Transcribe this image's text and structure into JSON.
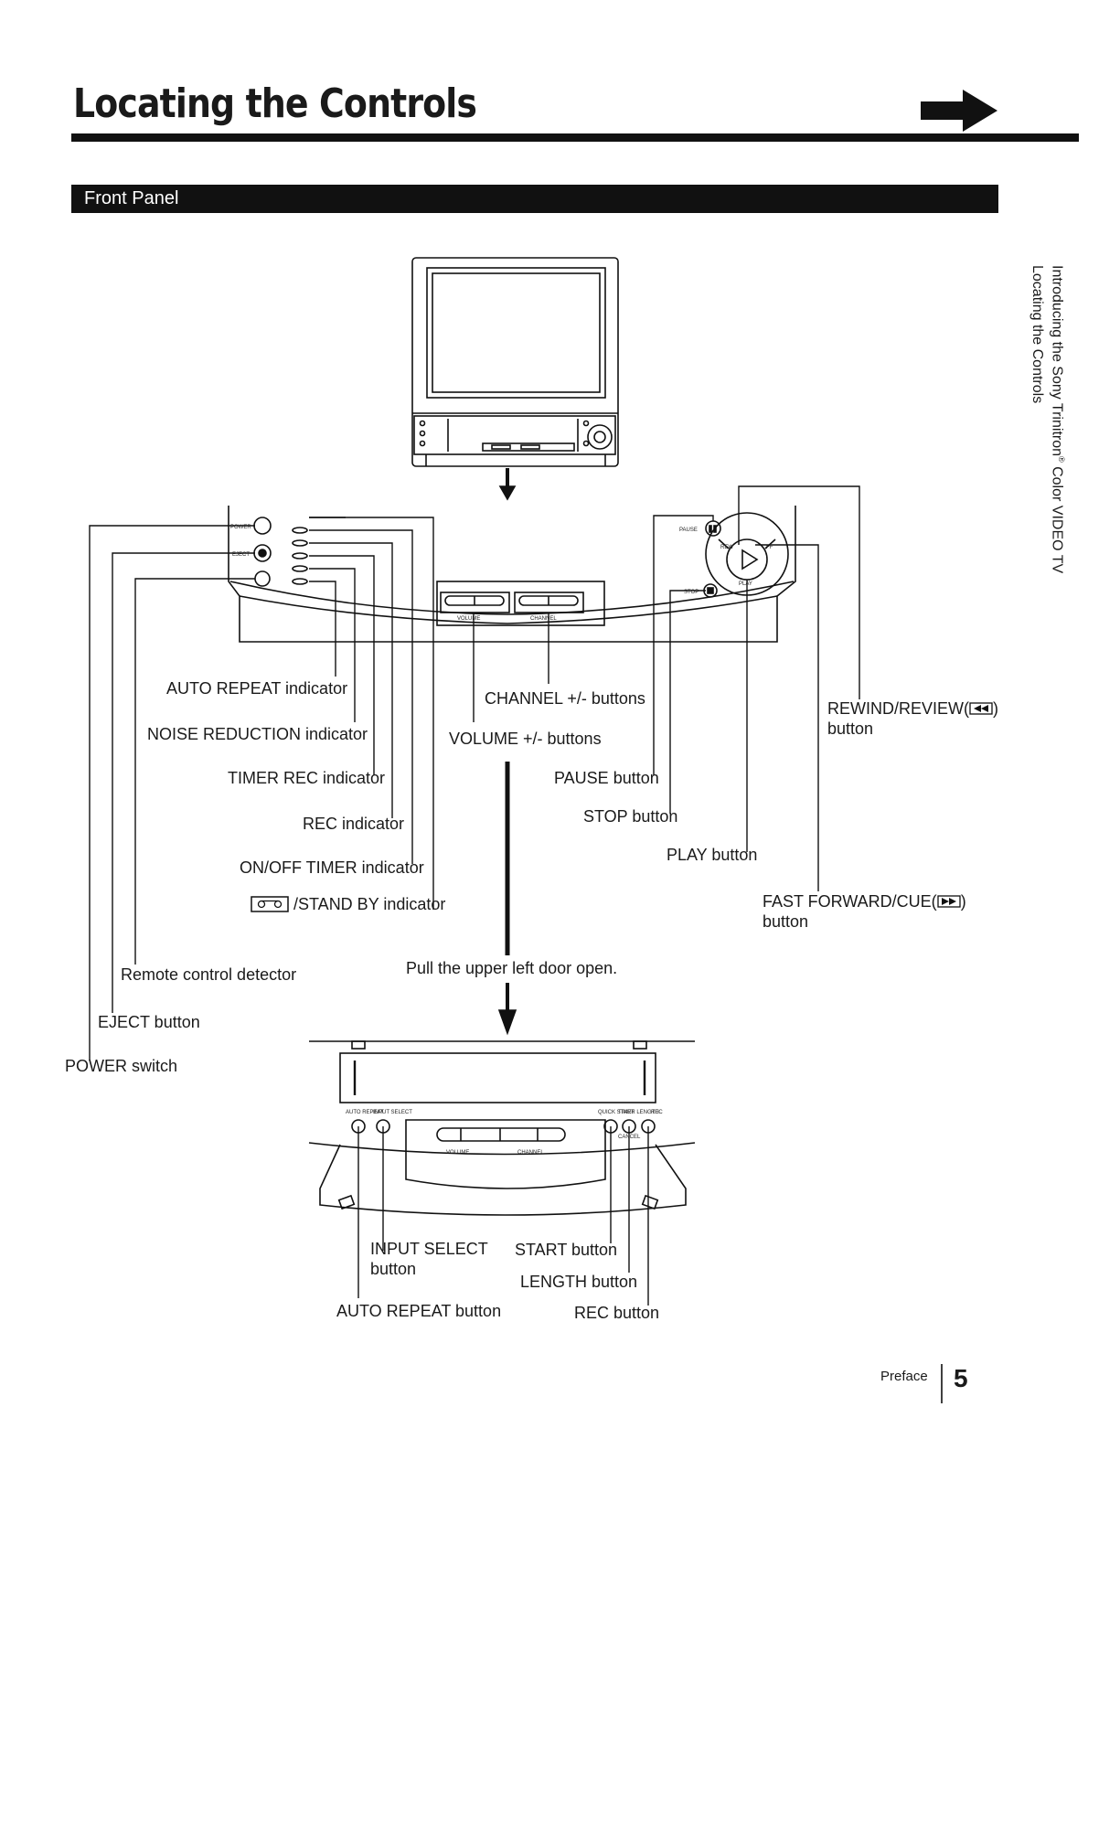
{
  "page": {
    "title": "Locating the Controls",
    "section": "Front Panel",
    "side_tab": {
      "line1": "Introducing the Sony Trinitron",
      "reg": "®",
      "line1_end": " Color VIDEO TV",
      "line2": "Locating the Controls"
    },
    "footer": {
      "label": "Preface",
      "page_number": "5"
    }
  },
  "labels": {
    "auto_repeat_indicator": "AUTO REPEAT indicator",
    "noise_reduction_indicator": "NOISE REDUCTION indicator",
    "timer_rec_indicator": "TIMER REC indicator",
    "rec_indicator": "REC indicator",
    "on_off_timer_indicator": "ON/OFF TIMER indicator",
    "standby_indicator": "/STAND BY indicator",
    "remote_control_detector": "Remote control detector",
    "eject_button": "EJECT button",
    "power_switch": "POWER switch",
    "channel_buttons": "CHANNEL +/- buttons",
    "volume_buttons": "VOLUME +/- buttons",
    "pause_button": "PAUSE button",
    "stop_button": "STOP button",
    "play_button": "PLAY button",
    "rewind_review": "REWIND/REVIEW(",
    "rewind_review_end": ")",
    "rewind_button_word": "button",
    "fast_forward_cue": "FAST FORWARD/CUE(",
    "fast_forward_end": ")",
    "ff_button_word": "button",
    "pull_door": "Pull the upper left door open.",
    "input_select_button": "INPUT SELECT button",
    "start_button": "START button",
    "length_button": "LENGTH button",
    "auto_repeat_button": "AUTO REPEAT button",
    "rec_button": "REC button"
  },
  "panel_print": {
    "power": "POWER",
    "eject": "EJECT",
    "pause": "PAUSE",
    "stop": "STOP",
    "rew": "REW",
    "ff": "FF",
    "play": "PLAY",
    "volume": "VOLUME",
    "channel": "CHANNEL",
    "auto_repeat": "AUTO REPEAT",
    "input_select": "INPUT SELECT",
    "quick_start": "QUICK START",
    "timer_length": "TIMER LENGTH",
    "rec": "REC",
    "cancel": "CANCEL"
  }
}
